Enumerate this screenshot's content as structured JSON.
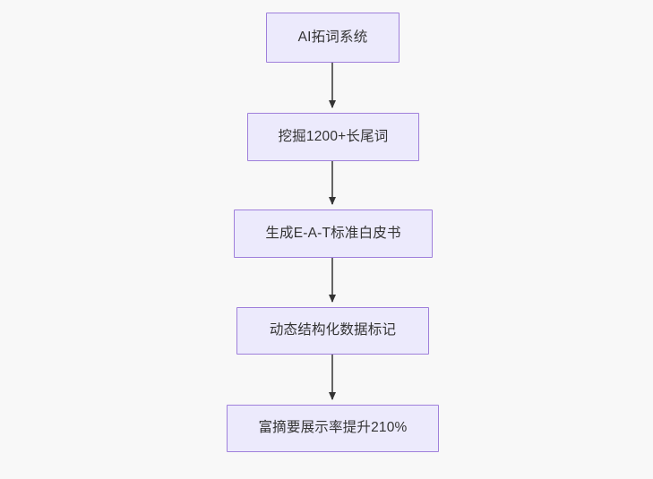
{
  "diagram": {
    "type": "flowchart",
    "direction": "top-down",
    "background_color": "#f8f8f8",
    "node_fill_color": "#ECEAFC",
    "node_border_color": "#9F7FDB",
    "node_text_color": "#333333",
    "edge_line_color": "#666666",
    "edge_arrow_color": "#333333",
    "nodes": [
      {
        "id": "n0",
        "label": "AI拓词系统"
      },
      {
        "id": "n1",
        "label": "挖掘1200+长尾词"
      },
      {
        "id": "n2",
        "label": "生成E-A-T标准白皮书"
      },
      {
        "id": "n3",
        "label": "动态结构化数据标记"
      },
      {
        "id": "n4",
        "label": "富摘要展示率提升210%"
      }
    ],
    "edges": [
      {
        "from": "n0",
        "to": "n1",
        "label": ""
      },
      {
        "from": "n1",
        "to": "n2",
        "label": ""
      },
      {
        "from": "n2",
        "to": "n3",
        "label": ""
      },
      {
        "from": "n3",
        "to": "n4",
        "label": ""
      }
    ]
  }
}
